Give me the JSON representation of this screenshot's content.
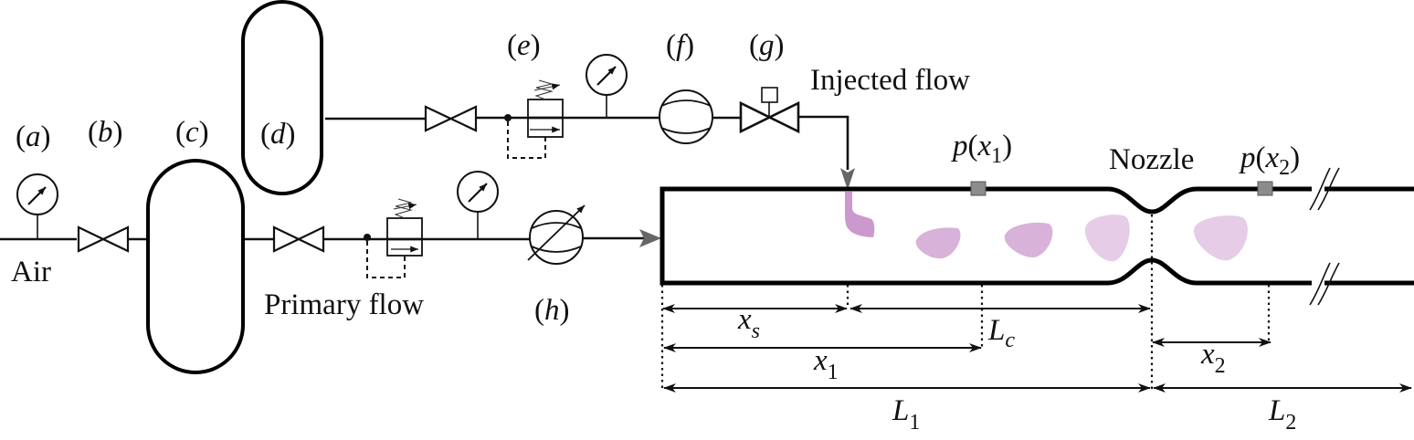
{
  "figure": {
    "type": "experimental-setup-schematic",
    "component_labels": {
      "a": "(a)",
      "b": "(b)",
      "c": "(c)",
      "d": "(d)",
      "e": "(e)",
      "f": "(f)",
      "g": "(g)",
      "h": "(h)"
    },
    "component_letters": [
      "a",
      "b",
      "c",
      "d",
      "e",
      "f",
      "g",
      "h"
    ],
    "text_labels": {
      "air": "Air",
      "primary_flow": "Primary flow",
      "injected_flow": "Injected flow",
      "nozzle": "Nozzle"
    },
    "sensors": {
      "p1": {
        "main": "p",
        "var": "x",
        "sub": "1"
      },
      "p2": {
        "main": "p",
        "var": "x",
        "sub": "2"
      }
    },
    "dimensions": {
      "xs": {
        "main": "x",
        "sub": "s"
      },
      "Lc": {
        "main": "L",
        "sub": "c"
      },
      "x1": {
        "main": "x",
        "sub": "1"
      },
      "x2": {
        "main": "x",
        "sub": "2"
      },
      "L1": {
        "main": "L",
        "sub": "1"
      },
      "L2": {
        "main": "L",
        "sub": "2"
      }
    },
    "colors": {
      "line": "#000000",
      "arrow_gray": "#666666",
      "sensor_gray": "#8c8c8c",
      "slug_dark": "#cc99cc",
      "slug_medium": "#d8b2d8",
      "slug_light": "#e6cce6"
    }
  }
}
